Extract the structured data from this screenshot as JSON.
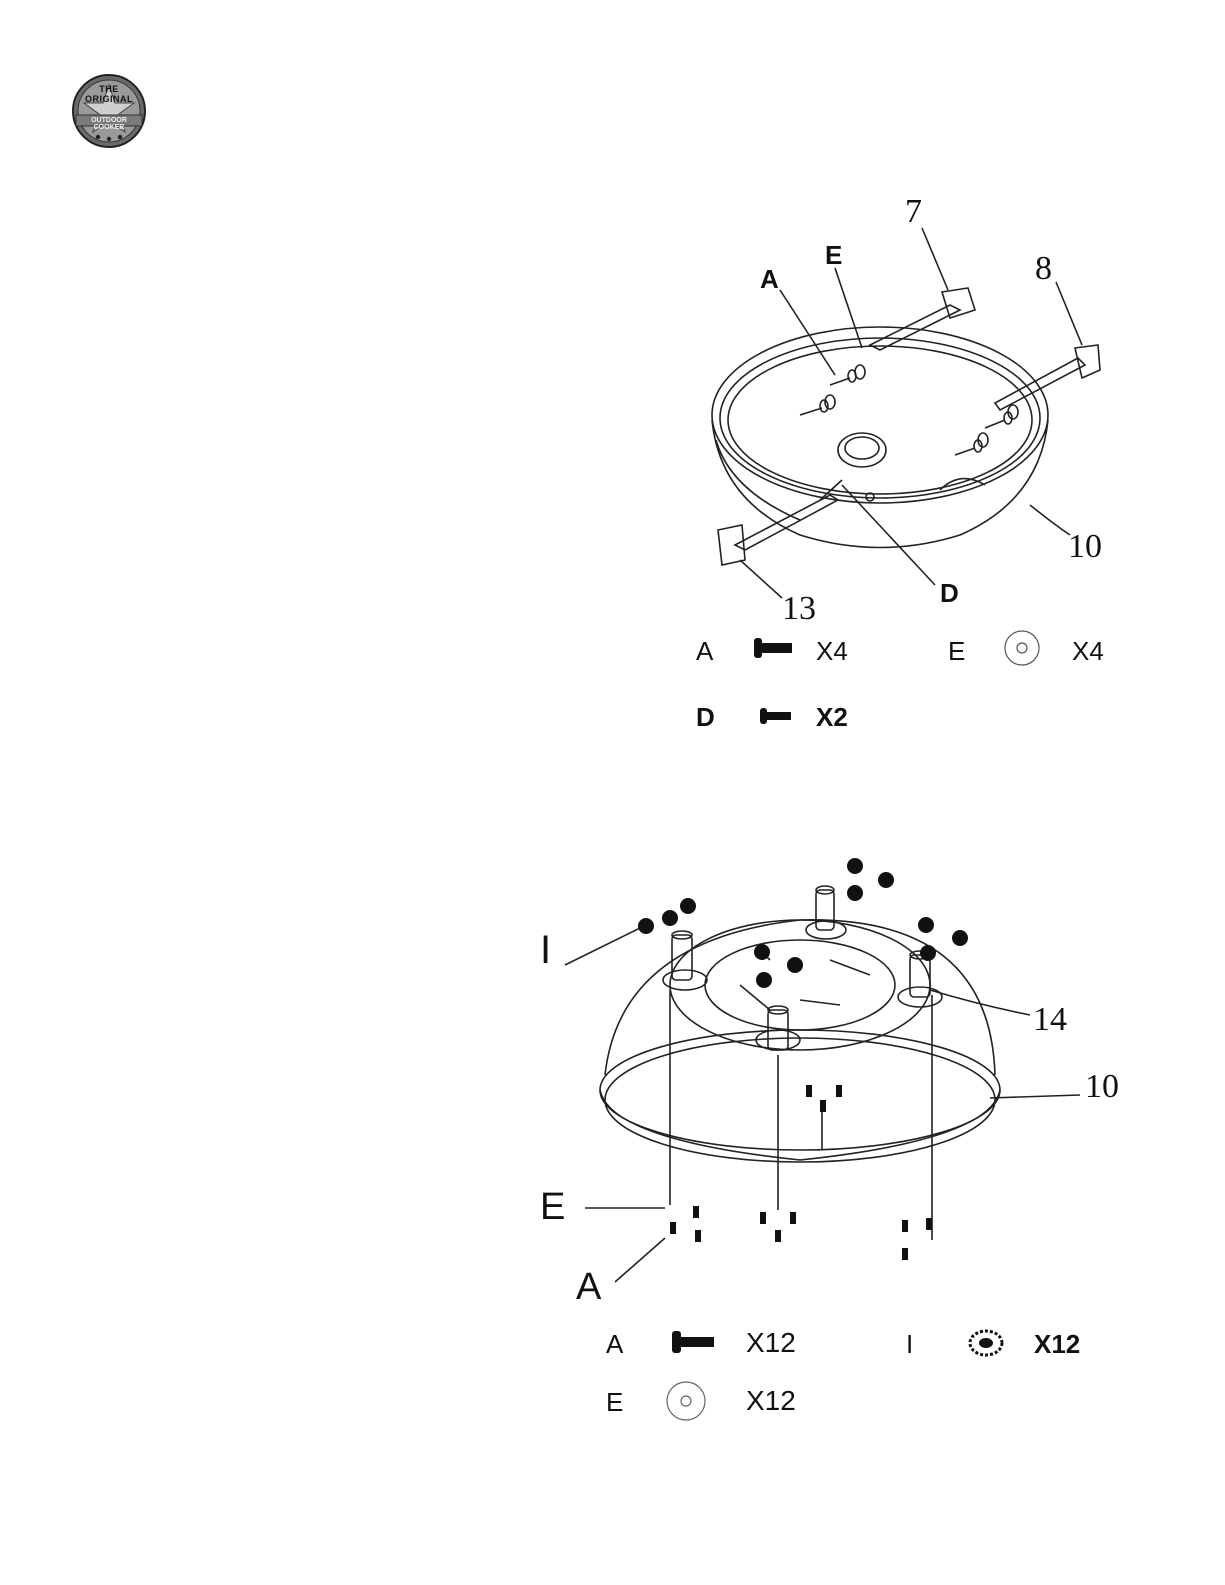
{
  "logo": {
    "top_text": "THE ORIGINAL",
    "band_text": "OUTDOOR COOKER",
    "icon": "star-seal-logo"
  },
  "step1": {
    "callouts": {
      "part7": "7",
      "partA": "A",
      "partE": "E",
      "part8": "8",
      "part10": "10",
      "part13": "13",
      "partD": "D"
    },
    "legend": [
      {
        "letter": "A",
        "icon": "bolt-icon",
        "qty": "X4"
      },
      {
        "letter": "E",
        "icon": "washer-icon",
        "qty": "X4"
      },
      {
        "letter": "D",
        "icon": "short-bolt-icon",
        "qty": "X2"
      }
    ]
  },
  "step2": {
    "callouts": {
      "partI": "I",
      "part14": "14",
      "part10": "10",
      "partE": "E",
      "partA": "A"
    },
    "legend": [
      {
        "letter": "A",
        "icon": "bolt-icon",
        "qty": "X12"
      },
      {
        "letter": "I",
        "icon": "flange-nut-icon",
        "qty": "X12"
      },
      {
        "letter": "E",
        "icon": "washer-icon",
        "qty": "X12"
      }
    ]
  }
}
